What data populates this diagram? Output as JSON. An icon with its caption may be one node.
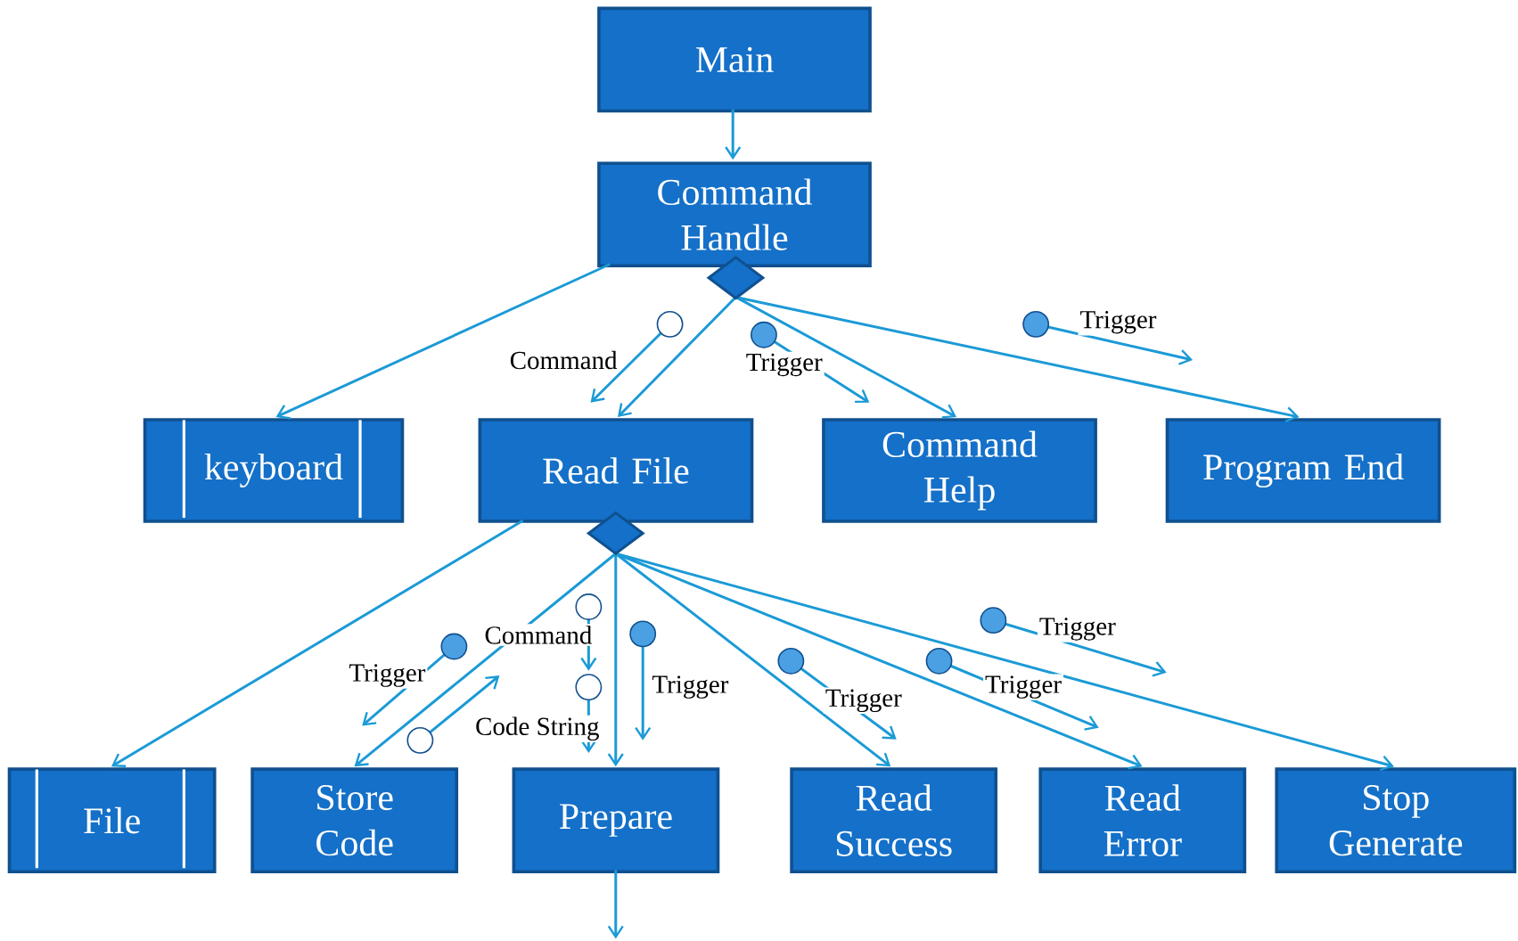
{
  "diagram": {
    "nodes": [
      {
        "text": [
          "Main"
        ]
      },
      {
        "text": [
          "Command Handle"
        ]
      },
      {
        "text": [
          "keyboard"
        ]
      },
      {
        "text": [
          "Read File"
        ]
      },
      {
        "text": [
          "Command Help"
        ]
      },
      {
        "text": [
          "Program End"
        ]
      },
      {
        "text": [
          "File"
        ]
      },
      {
        "text": [
          "Store Code"
        ]
      },
      {
        "text": [
          "Prepare"
        ]
      },
      {
        "text": [
          "Read Success"
        ]
      },
      {
        "text": [
          "Read Error"
        ]
      },
      {
        "text": [
          "Stop Generate"
        ]
      }
    ],
    "edges": [
      {
        "from": 0,
        "to": 1,
        "arrow": "to"
      },
      {
        "from": 1,
        "to": 2,
        "arrow": "to"
      },
      {
        "from": 1,
        "to": 3,
        "arrow": "to"
      },
      {
        "from": 1,
        "to": 4,
        "arrow": "to"
      },
      {
        "from": 1,
        "to": 5,
        "arrow": "to"
      },
      {
        "from": 3,
        "to": 6,
        "arrow": "to"
      },
      {
        "from": 3,
        "to": 7,
        "arrow": "to"
      },
      {
        "from": 3,
        "to": 8,
        "arrow": "to"
      },
      {
        "from": 3,
        "to": 9,
        "arrow": "to"
      },
      {
        "from": 3,
        "to": 10,
        "arrow": "to"
      },
      {
        "from": 3,
        "to": 11,
        "arrow": "to"
      },
      {
        "from": 8,
        "to": null,
        "arrow": "to"
      }
    ],
    "labels": [
      "Trigger",
      "Command",
      "Trigger",
      "Trigger",
      "Command",
      "Trigger",
      "Trigger",
      "Trigger",
      "Trigger",
      "Code String"
    ]
  }
}
